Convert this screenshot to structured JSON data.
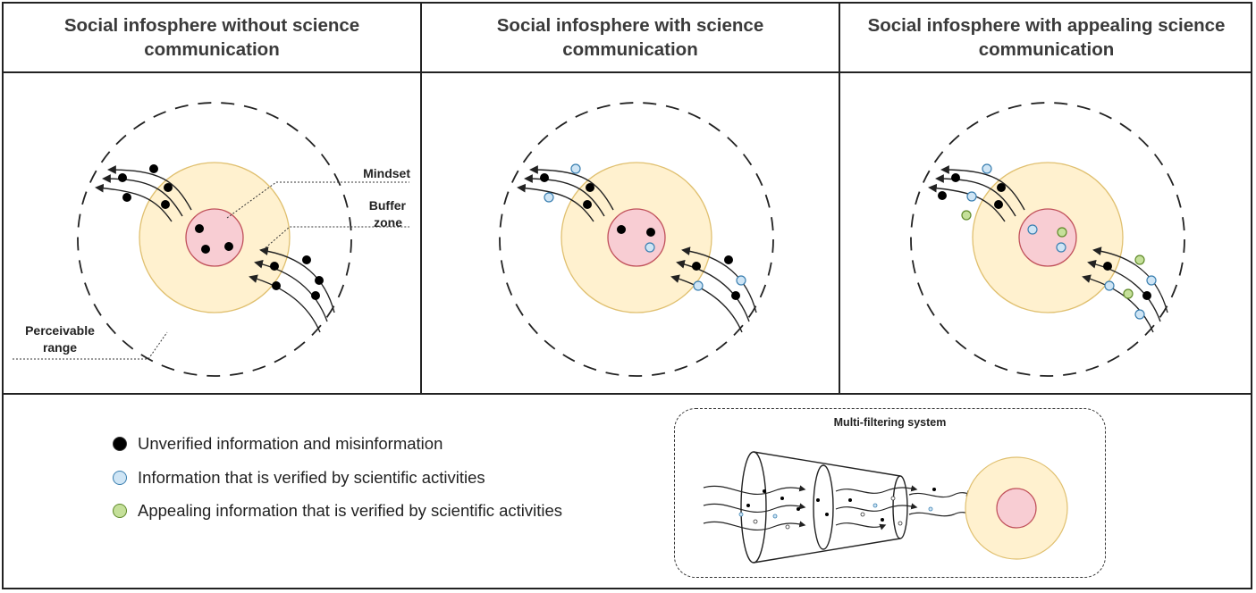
{
  "headers": {
    "without_line1": "Social infosphere without science",
    "without_line2": "communication",
    "with_line1": "Social infosphere with science",
    "with_line2": "communication",
    "appealing_line1": "Social infosphere with appealing science",
    "appealing_line2": "communication"
  },
  "labels": {
    "mindset": "Mindset",
    "buffer_line1": "Buffer",
    "buffer_line2": "zone",
    "perceivable_line1": "Perceivable",
    "perceivable_line2": "range"
  },
  "legend": [
    {
      "label": "Unverified information and misinformation",
      "color": "#000000"
    },
    {
      "label": "Information that is verified by scientific activities",
      "color": "#cfe5f5"
    },
    {
      "label": "Appealing information that is verified by scientific activities",
      "color": "#c5e09a"
    }
  ],
  "filter": {
    "title": "Multi-filtering system"
  },
  "colors": {
    "buffer_zone": "#fff1cf",
    "buffer_zone_stroke": "#e0c070",
    "mindset": "#f8cdd3",
    "mindset_stroke": "#c0505a",
    "unverified": "#000000",
    "verified": "#cfe5f5",
    "appealing": "#c5e09a"
  }
}
